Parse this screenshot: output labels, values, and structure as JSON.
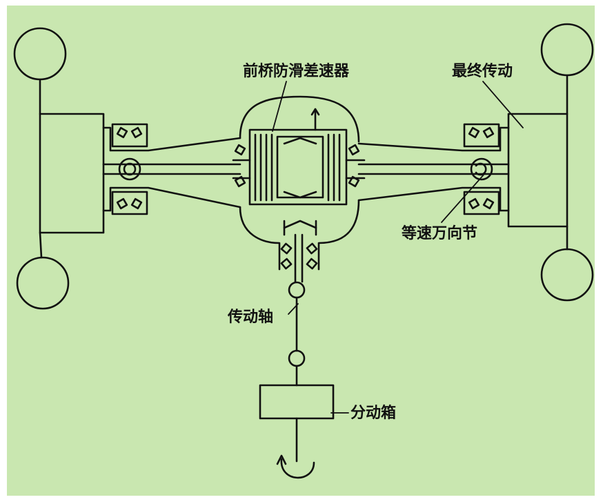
{
  "colors": {
    "background": "#c9e7b0",
    "ink": "#111111",
    "frame": "#ffffff"
  },
  "labels": {
    "front_axle_diff": "前桥防滑差速器",
    "final_drive": "最终传动",
    "cv_joint": "等速万向节",
    "drive_shaft": "传动轴",
    "transfer_case": "分动箱"
  }
}
